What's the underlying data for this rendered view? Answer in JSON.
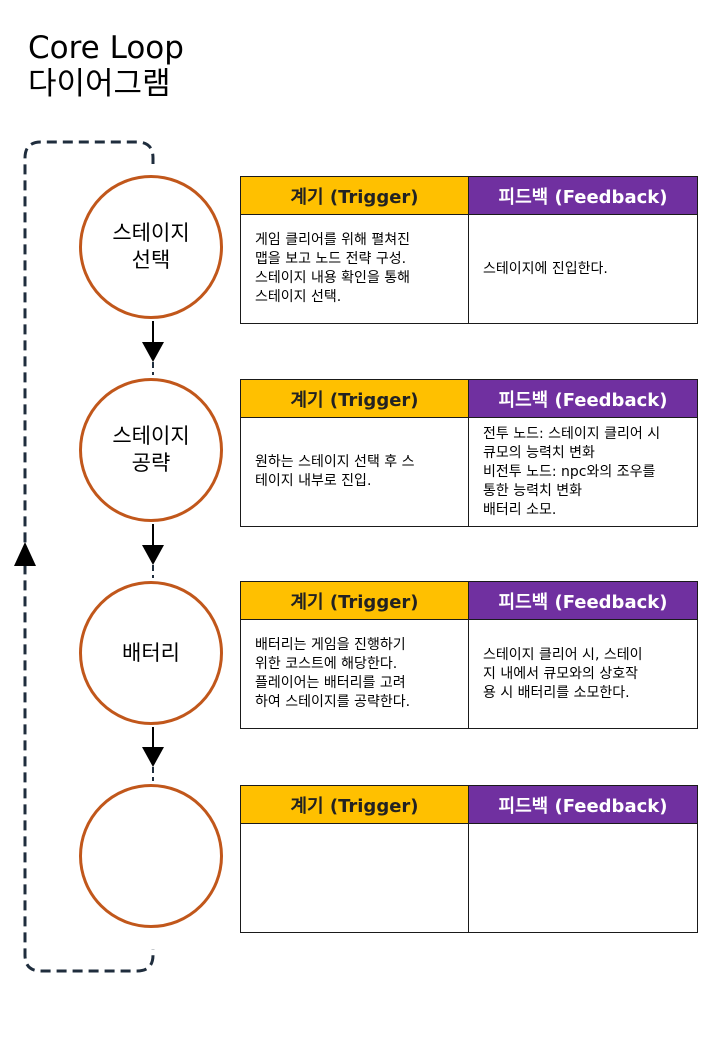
{
  "title": {
    "line1": "Core Loop",
    "line2": "다이어그램"
  },
  "colors": {
    "stage_border": "#c1571b",
    "trigger_header": "#ffc000",
    "feedback_header": "#7030a0",
    "loop_line": "#1f2d3d"
  },
  "header_labels": {
    "trigger": "계기 (Trigger)",
    "feedback": "피드백 (Feedback)"
  },
  "stages": [
    {
      "name": "스테이지\n선택",
      "trigger": "게임 클리어를 위해 펼쳐진\n맵을 보고 노드 전략 구성.\n스테이지 내용 확인을 통해\n스테이지 선택.",
      "feedback": "스테이지에 진입한다."
    },
    {
      "name": "스테이지\n공략",
      "trigger": "원하는 스테이지 선택 후 스\n테이지 내부로 진입.",
      "feedback": "전투 노드: 스테이지 클리어 시\n큐모의 능력치 변화\n비전투 노드: npc와의 조우를\n통한 능력치 변화\n배터리 소모."
    },
    {
      "name": "배터리",
      "trigger": "배터리는 게임을 진행하기\n위한 코스트에 해당한다.\n플레이어는 배터리를 고려\n하여 스테이지를 공략한다.",
      "feedback": "스테이지 클리어 시, 스테이\n지 내에서 큐모와의 상호작\n용 시 배터리를 소모한다."
    },
    {
      "name": "",
      "trigger": "",
      "feedback": ""
    }
  ]
}
